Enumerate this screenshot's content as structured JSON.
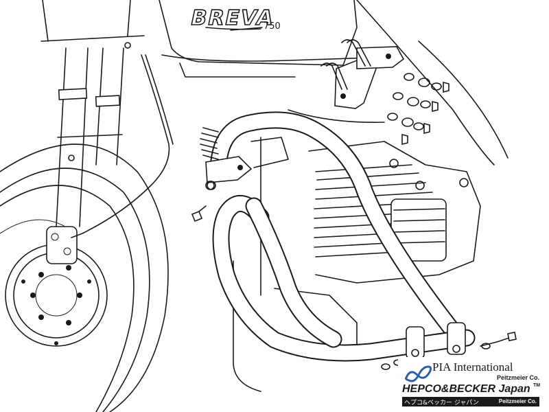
{
  "drawing": {
    "tank_brand": "BREVA",
    "tank_model": "750"
  },
  "logo": {
    "pia_text": "PIA International",
    "peitzmeier_top": "Peitzmeier Co.",
    "hepco_becker": "HEPCO&BECKER Japan",
    "trademark": "TM",
    "japanese_name": "ヘプコ&ベッカー ジャパン",
    "peitzmeier_bottom": "Peitzmeier Co.",
    "swoosh_color": "#2a5caa"
  }
}
